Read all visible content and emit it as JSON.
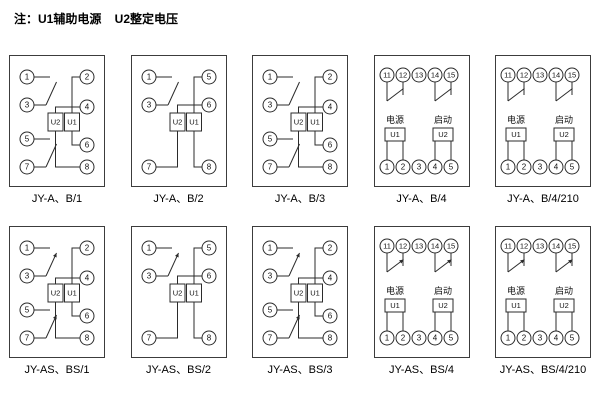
{
  "note": "注：U1辅助电源    U2整定电压",
  "colors": {
    "line": "#2b2b2b",
    "text": "#111111",
    "background": "#ffffff"
  },
  "modules": [
    {
      "label": "JY-A、B/1",
      "layout": "side",
      "arrow": false,
      "left_terminals": [
        "1",
        "3",
        "5",
        "7"
      ],
      "right_terminals": [
        "2",
        "4",
        "6",
        "8"
      ],
      "unit_boxes": [
        "U2",
        "U1"
      ],
      "contacts": [
        [
          0,
          1
        ],
        [
          2,
          3
        ]
      ]
    },
    {
      "label": "JY-A、B/2",
      "layout": "side",
      "arrow": false,
      "left_terminals": [
        "1",
        "3",
        "7"
      ],
      "right_terminals": [
        "5",
        "6",
        "8"
      ],
      "unit_boxes": [
        "U2",
        "U1"
      ],
      "contacts": [
        [
          0,
          1
        ]
      ]
    },
    {
      "label": "JY-A、B/3",
      "layout": "side",
      "arrow": false,
      "left_terminals": [
        "1",
        "3",
        "5",
        "7"
      ],
      "right_terminals": [
        "2",
        "4",
        "6",
        "8"
      ],
      "unit_boxes": [
        "U2",
        "U1"
      ],
      "contacts": [
        [
          0,
          1
        ],
        [
          2,
          3
        ]
      ]
    },
    {
      "label": "JY-A、B/4",
      "layout": "top",
      "arrow": false,
      "top_terminals": [
        "11",
        "12",
        "13",
        "14",
        "15"
      ],
      "bottom_terminals": [
        "1",
        "2",
        "3",
        "4",
        "5"
      ],
      "power_label": "电源",
      "power_unit": "U1",
      "start_label": "启动",
      "start_unit": "U2",
      "contacts": [
        [
          0,
          1
        ],
        [
          3,
          4
        ]
      ]
    },
    {
      "label": "JY-A、B/4/210",
      "layout": "top",
      "arrow": false,
      "top_terminals": [
        "11",
        "12",
        "13",
        "14",
        "15"
      ],
      "bottom_terminals": [
        "1",
        "2",
        "3",
        "4",
        "5"
      ],
      "power_label": "电源",
      "power_unit": "U1",
      "start_label": "启动",
      "start_unit": "U2",
      "contacts": [
        [
          0,
          1
        ],
        [
          3,
          4
        ]
      ]
    },
    {
      "label": "JY-AS、BS/1",
      "layout": "side",
      "arrow": true,
      "left_terminals": [
        "1",
        "3",
        "5",
        "7"
      ],
      "right_terminals": [
        "2",
        "4",
        "6",
        "8"
      ],
      "unit_boxes": [
        "U2",
        "U1"
      ],
      "contacts": [
        [
          0,
          1
        ],
        [
          2,
          3
        ]
      ]
    },
    {
      "label": "JY-AS、BS/2",
      "layout": "side",
      "arrow": true,
      "left_terminals": [
        "1",
        "3",
        "7"
      ],
      "right_terminals": [
        "5",
        "6",
        "8"
      ],
      "unit_boxes": [
        "U2",
        "U1"
      ],
      "contacts": [
        [
          0,
          1
        ]
      ]
    },
    {
      "label": "JY-AS、BS/3",
      "layout": "side",
      "arrow": true,
      "left_terminals": [
        "1",
        "3",
        "5",
        "7"
      ],
      "right_terminals": [
        "2",
        "4",
        "6",
        "8"
      ],
      "unit_boxes": [
        "U2",
        "U1"
      ],
      "contacts": [
        [
          0,
          1
        ],
        [
          2,
          3
        ]
      ]
    },
    {
      "label": "JY-AS、BS/4",
      "layout": "top",
      "arrow": true,
      "top_terminals": [
        "11",
        "12",
        "13",
        "14",
        "15"
      ],
      "bottom_terminals": [
        "1",
        "2",
        "3",
        "4",
        "5"
      ],
      "power_label": "电源",
      "power_unit": "U1",
      "start_label": "启动",
      "start_unit": "U2",
      "contacts": [
        [
          0,
          1
        ],
        [
          3,
          4
        ]
      ]
    },
    {
      "label": "JY-AS、BS/4/210",
      "layout": "top",
      "arrow": true,
      "top_terminals": [
        "11",
        "12",
        "13",
        "14",
        "15"
      ],
      "bottom_terminals": [
        "1",
        "2",
        "3",
        "4",
        "5"
      ],
      "power_label": "电源",
      "power_unit": "U1",
      "start_label": "启动",
      "start_unit": "U2",
      "contacts": [
        [
          0,
          1
        ],
        [
          3,
          4
        ]
      ]
    }
  ]
}
